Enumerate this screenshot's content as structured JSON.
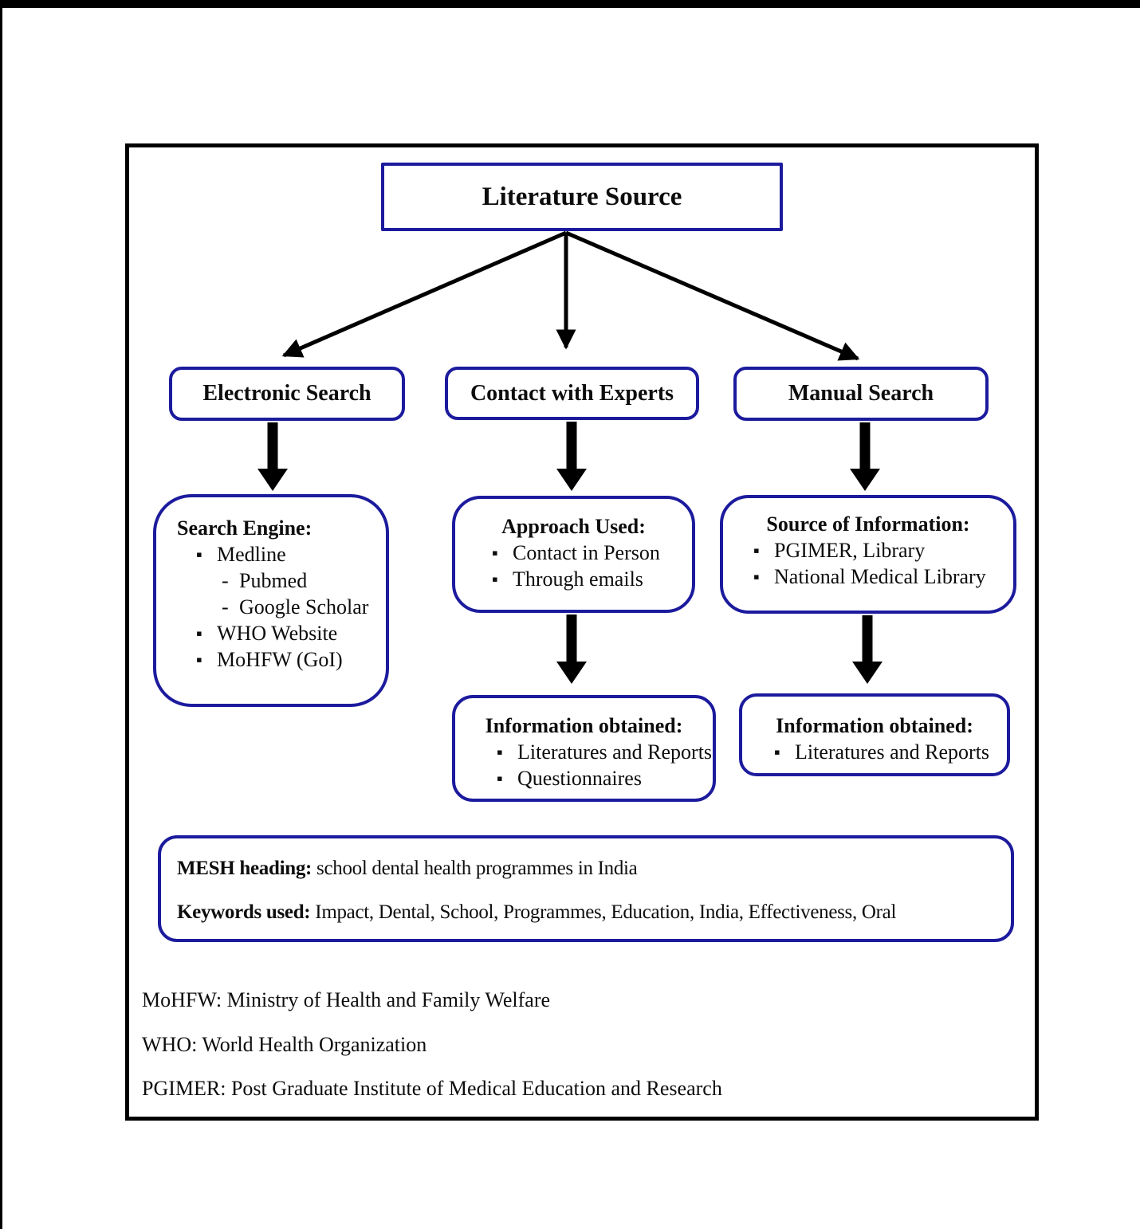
{
  "colors": {
    "box_border_navy": "#1c1b9d",
    "arrow_black": "#000000",
    "background": "#ffffff"
  },
  "root": {
    "label": "Literature Source"
  },
  "branches": [
    {
      "label": "Electronic Search",
      "detail": {
        "title": "Search Engine:",
        "items": [
          {
            "marker": "square",
            "text": "Medline"
          },
          {
            "marker": "dash",
            "text": "Pubmed"
          },
          {
            "marker": "dash",
            "text": "Google Scholar"
          },
          {
            "marker": "square",
            "text": "WHO Website"
          },
          {
            "marker": "square",
            "text": "MoHFW (GoI)"
          }
        ]
      }
    },
    {
      "label": "Contact with Experts",
      "detail": {
        "title": "Approach Used:",
        "items": [
          {
            "marker": "square",
            "text": "Contact in Person"
          },
          {
            "marker": "square",
            "text": "Through emails"
          }
        ]
      },
      "outcome": {
        "title": "Information obtained:",
        "items": [
          {
            "marker": "square",
            "text": "Literatures and Reports"
          },
          {
            "marker": "square",
            "text": "Questionnaires"
          }
        ]
      }
    },
    {
      "label": "Manual Search",
      "detail": {
        "title": "Source of Information:",
        "items": [
          {
            "marker": "square",
            "text": "PGIMER, Library"
          },
          {
            "marker": "square",
            "text": "National Medical Library"
          }
        ]
      },
      "outcome": {
        "title": "Information obtained:",
        "items": [
          {
            "marker": "square",
            "text": "Literatures and Reports"
          }
        ]
      }
    }
  ],
  "mesh_box": {
    "mesh_label": "MESH heading:",
    "mesh_value": " school dental health programmes in India",
    "keywords_label": "Keywords used:",
    "keywords_value": " Impact, Dental, School, Programmes, Education, India, Effectiveness, Oral"
  },
  "footnotes": [
    "MoHFW: Ministry of Health and Family Welfare",
    "WHO: World Health Organization",
    "PGIMER: Post Graduate Institute of Medical Education and Research"
  ]
}
